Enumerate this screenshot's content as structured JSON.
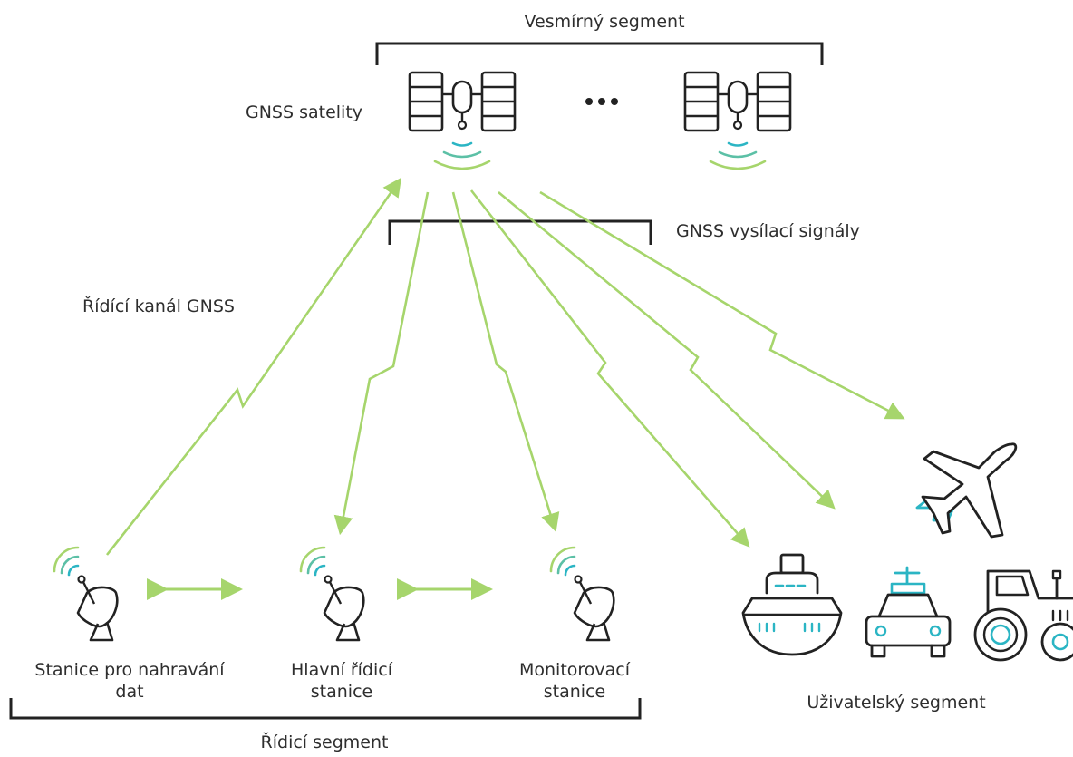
{
  "labels": {
    "space_segment": "Vesmírný segment",
    "gnss_satellites": "GNSS satelity",
    "gnss_signals": "GNSS vysílací signály",
    "control_channel": "Řídící kanál GNSS",
    "station_upload_line1": "Stanice pro nahravání",
    "station_upload_line2": "dat",
    "station_master_line1": "Hlavní řídicí",
    "station_master_line2": "stanice",
    "station_monitor_line1": "Monitorovací",
    "station_monitor_line2": "stanice",
    "user_segment": "Uživatelský segment",
    "control_segment": "Řídicí segment"
  },
  "colors": {
    "signal_green": "#a6d56c",
    "accent_teal": "#2bb5c4",
    "outline": "#222222",
    "text": "#2e2e2e"
  },
  "icons": [
    "satellite-icon",
    "ellipsis-icon",
    "dish-antenna-icon",
    "airplane-icon",
    "ship-icon",
    "car-icon",
    "tractor-icon"
  ]
}
